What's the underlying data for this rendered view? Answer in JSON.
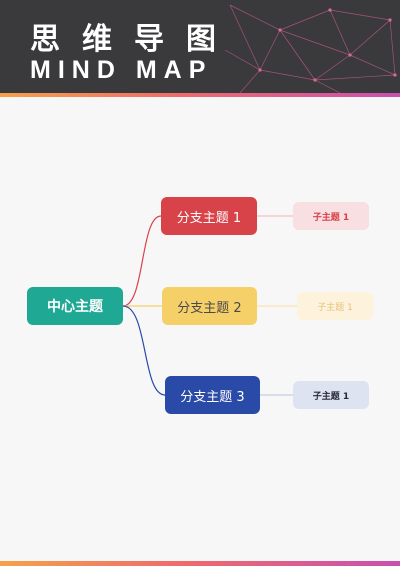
{
  "header": {
    "title_cn": "思维导图",
    "title_en": "MIND MAP"
  },
  "mindmap": {
    "center": {
      "label": "中心主题",
      "color": "#1fa894"
    },
    "branches": [
      {
        "label": "分支主题 1",
        "color": "#d8434a",
        "subtopic": "子主题 1",
        "subtopic_bg": "#f8dfe1"
      },
      {
        "label": "分支主题 2",
        "color": "#f5cf68",
        "subtopic": "子主题 1",
        "subtopic_bg": "#fdf2dc"
      },
      {
        "label": "分支主题 3",
        "color": "#2a4aa8",
        "subtopic": "子主题 1",
        "subtopic_bg": "#dde3f0"
      }
    ]
  },
  "colors": {
    "header_bg": "#3a3a3c",
    "accent_gradient": [
      "#f4a24a",
      "#ef6b6b",
      "#c94fb0"
    ]
  }
}
